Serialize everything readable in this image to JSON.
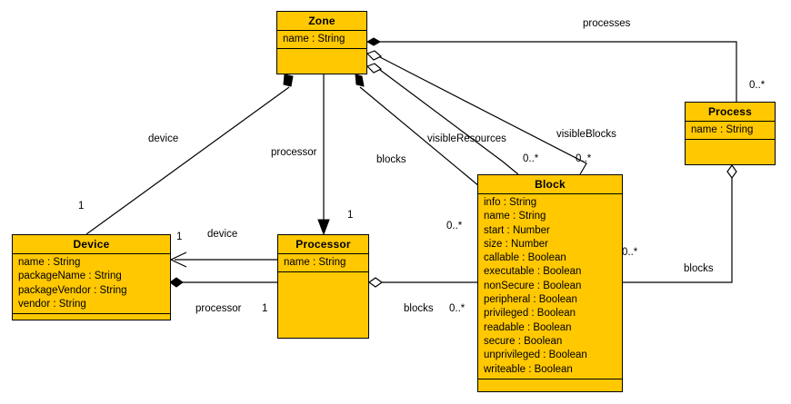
{
  "diagram": {
    "title": "UML class diagram",
    "colors": {
      "class_fill": "#FFC800",
      "line": "#000000",
      "text": "#000000",
      "background": "#FFFFFF"
    }
  },
  "classes": [
    {
      "id": "zone",
      "name": "Zone",
      "attributes": [
        "name : String"
      ],
      "operations": []
    },
    {
      "id": "device",
      "name": "Device",
      "attributes": [
        "name : String",
        "packageName : String",
        "packageVendor : String",
        "vendor : String"
      ],
      "operations": []
    },
    {
      "id": "processor",
      "name": "Processor",
      "attributes": [
        "name : String"
      ],
      "operations": []
    },
    {
      "id": "block",
      "name": "Block",
      "attributes": [
        "info : String",
        "name : String",
        "start : Number",
        "size : Number",
        "callable : Boolean",
        "executable : Boolean",
        "nonSecure : Boolean",
        "peripheral : Boolean",
        "privileged : Boolean",
        "readable : Boolean",
        "secure : Boolean",
        "unprivileged : Boolean",
        "writeable : Boolean"
      ],
      "operations": []
    },
    {
      "id": "process",
      "name": "Process",
      "attributes": [
        "name : String"
      ],
      "operations": []
    }
  ],
  "relations": [
    {
      "id": "zone-processes-process",
      "from": "zone",
      "to": "process",
      "role": "processes",
      "source_multiplicity": "",
      "target_multiplicity": "0..*",
      "source_end": "composition-filled-diamond",
      "target_end": "none"
    },
    {
      "id": "zone-visibleblocks-block",
      "from": "zone",
      "to": "block",
      "role": "visibleBlocks",
      "source_multiplicity": "",
      "target_multiplicity": "0..*",
      "source_end": "aggregation-hollow-diamond",
      "target_end": "none"
    },
    {
      "id": "zone-visibleresources-block",
      "from": "zone",
      "to": "block",
      "role": "visibleResources",
      "source_multiplicity": "",
      "target_multiplicity": "0..*",
      "source_end": "aggregation-hollow-diamond",
      "target_end": "none"
    },
    {
      "id": "zone-device-device",
      "from": "zone",
      "to": "device",
      "role": "device",
      "source_multiplicity": "",
      "target_multiplicity": "1",
      "source_end": "composition-filled-diamond",
      "target_end": "none"
    },
    {
      "id": "zone-processor-processor",
      "from": "zone",
      "to": "processor",
      "role": "processor",
      "source_multiplicity": "",
      "target_multiplicity": "1",
      "source_end": "none",
      "target_end": "arrow-open"
    },
    {
      "id": "zone-blocks-block",
      "from": "zone",
      "to": "block",
      "role": "blocks",
      "source_multiplicity": "",
      "target_multiplicity": "0..*",
      "source_end": "composition-filled-diamond",
      "target_end": "none"
    },
    {
      "id": "processor-device-device",
      "from": "processor",
      "to": "device",
      "role": "device",
      "source_multiplicity": "1",
      "target_multiplicity": "1",
      "source_end": "none",
      "target_end": "arrow-open"
    },
    {
      "id": "device-processor-processor",
      "from": "device",
      "to": "processor",
      "role": "processor",
      "source_multiplicity": "",
      "target_multiplicity": "1",
      "source_end": "composition-filled-diamond",
      "target_end": "none"
    },
    {
      "id": "processor-blocks-block",
      "from": "processor",
      "to": "block",
      "role": "blocks",
      "source_multiplicity": "",
      "target_multiplicity": "0..*",
      "source_end": "aggregation-hollow-diamond",
      "target_end": "none"
    },
    {
      "id": "process-blocks-block",
      "from": "process",
      "to": "block",
      "role": "blocks",
      "source_multiplicity": "",
      "target_multiplicity": "0..*",
      "source_end": "aggregation-hollow-diamond",
      "target_end": "none"
    }
  ],
  "labels": {
    "processes": "processes",
    "visibleBlocks": "visibleBlocks",
    "visibleResources": "visibleResources",
    "device_top": "device",
    "processor_top": "processor",
    "blocks_zone": "blocks",
    "device_mid": "device",
    "processor_mid": "processor",
    "blocks_processor": "blocks",
    "blocks_process": "blocks"
  },
  "multiplicities": {
    "process_top": "0..*",
    "zone_vb": "0..*",
    "zone_vr": "0..*",
    "block_left": "0..*",
    "block_right": "0..*",
    "device_left_1": "1",
    "device_right_1": "1",
    "processor_top_1": "1",
    "processor_bottom_1": "1",
    "processor_blocks": "0..*"
  }
}
